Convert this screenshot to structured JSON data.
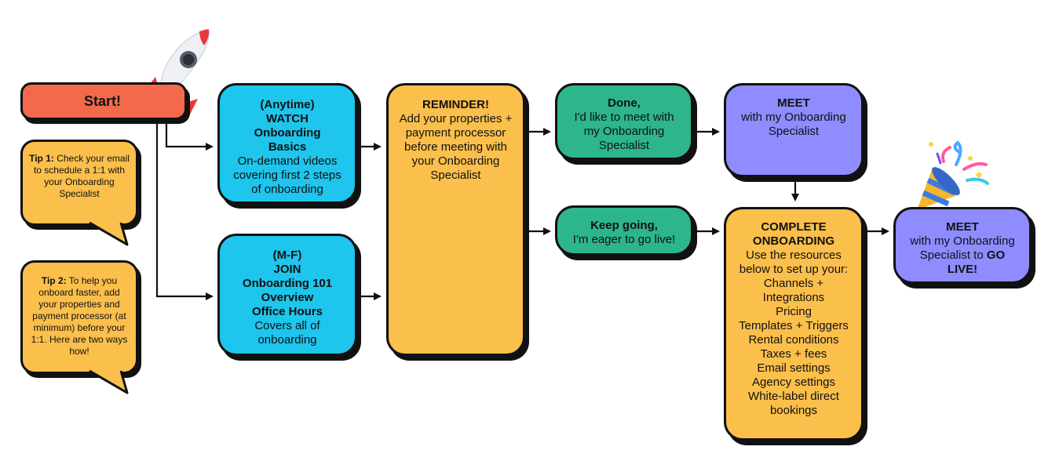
{
  "start": {
    "label": "Start!"
  },
  "tips": [
    {
      "title": "Tip 1:",
      "text": "Check your email to schedule a 1:1 with your Onboarding Specialist"
    },
    {
      "title": "Tip 2:",
      "text": "To help you onboard faster, add your properties and payment processor (at minimum) before your 1:1. Here are two ways how!"
    }
  ],
  "watch": {
    "line1": "(Anytime)",
    "line2": "WATCH",
    "line3": "Onboarding",
    "line4": "Basics",
    "body": "On-demand videos covering first 2 steps of onboarding"
  },
  "join": {
    "line1": "(M-F)",
    "line2": "JOIN",
    "line3": "Onboarding 101",
    "line4": "Overview",
    "line5": "Office Hours",
    "body": "Covers all of onboarding"
  },
  "reminder": {
    "title": "REMINDER!",
    "body": "Add your properties + payment processor before meeting with your Onboarding Specialist"
  },
  "done": {
    "title": "Done,",
    "body": "I'd like to meet with my Onboarding Specialist"
  },
  "keep_going": {
    "title": "Keep going,",
    "body": "I'm eager to go live!"
  },
  "meet1": {
    "title": "MEET",
    "body": "with my Onboarding Specialist"
  },
  "complete": {
    "title1": "COMPLETE",
    "title2": "ONBOARDING",
    "intro": "Use the resources below to set up your: Channels + Integrations",
    "items": [
      "Pricing",
      "Templates + Triggers",
      "Rental conditions",
      "Taxes + fees",
      "Email settings",
      "Agency settings",
      "White-label direct bookings"
    ]
  },
  "meet2": {
    "title": "MEET",
    "body": "with my Onboarding Specialist to",
    "emphasis": "GO LIVE!"
  },
  "icons": [
    "rocket-icon",
    "party-popper-icon",
    "arrow-icon"
  ],
  "colors": {
    "start": "#f26a4b",
    "cyan": "#1ec5ec",
    "yellow": "#fbbf4c",
    "green": "#2db58c",
    "purple": "#8e8cff"
  }
}
